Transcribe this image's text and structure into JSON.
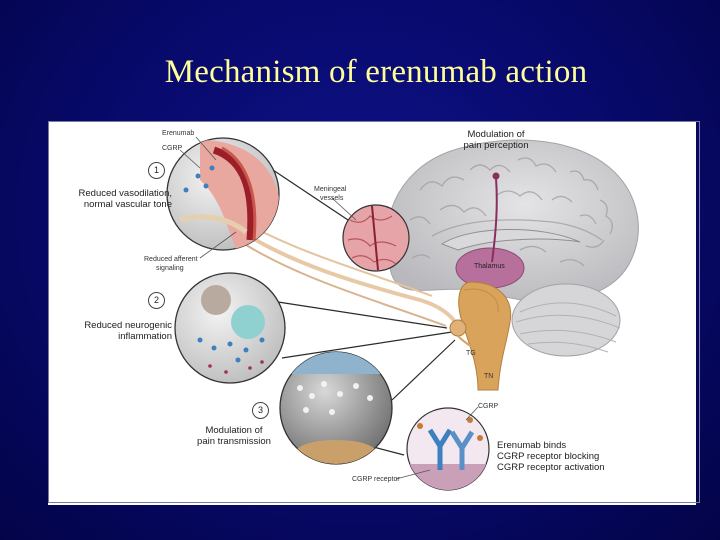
{
  "slide": {
    "title": "Mechanism of erenumab action"
  },
  "diagram": {
    "labels": {
      "erenumab": "Erenumab",
      "cgrp_top": "CGRP",
      "step1": "1",
      "reduced_vasodilation": "Reduced vasodilation,",
      "normal_vascular_tone": "normal vascular tone",
      "reduced_afferent": "Reduced afferent",
      "signaling": "signaling",
      "step2": "2",
      "reduced_neurogenic": "Reduced neurogenic",
      "inflammation": "inflammation",
      "step3": "3",
      "modulation_transmission_1": "Modulation of",
      "modulation_transmission_2": "pain transmission",
      "cgrp_receptor": "CGRP receptor",
      "modulation_perception_1": "Modulation of",
      "modulation_perception_2": "pain perception",
      "meningeal_1": "Meningeal",
      "meningeal_2": "vessels",
      "thalamus": "Thalamus",
      "tg": "TG",
      "tn": "TN",
      "cgrp_bottom": "CGRP",
      "erenumab_binds_1": "Erenumab binds",
      "erenumab_binds_2": "CGRP receptor blocking",
      "erenumab_binds_3": "CGRP receptor activation"
    },
    "colors": {
      "brain_grey": "#c9c9cc",
      "thalamus": "#b7709c",
      "brainstem": "#d9a35c",
      "cerebellum": "#d7d7d9",
      "nerve": "#e8c9a6",
      "vessel": "#c9564a",
      "receptor_blue": "#3d7fbf"
    }
  }
}
